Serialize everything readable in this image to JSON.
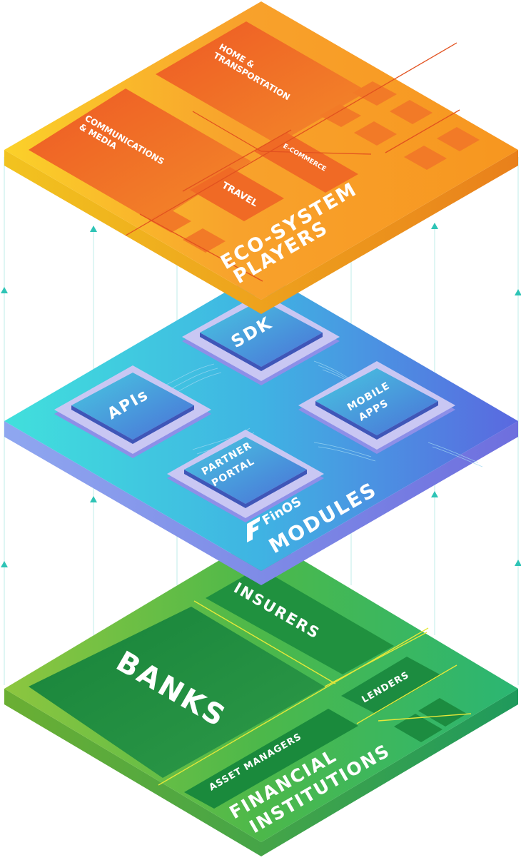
{
  "layers": {
    "ecosystem": {
      "title_line1": "ECO-SYSTEM",
      "title_line2": "PLAYERS",
      "blocks": {
        "home_transport_line1": "HOME &",
        "home_transport_line2": "TRANSPORTATION",
        "comms_line1": "COMMUNICATIONS",
        "comms_line2": "& MEDIA",
        "ecommerce": "E-COMMERCE",
        "travel": "TRAVEL"
      }
    },
    "modules": {
      "brand": "FinOS",
      "title": "MODULES",
      "chips": {
        "sdk": "SDK",
        "apis": "APIs",
        "mobile_line1": "MOBILE",
        "mobile_line2": "APPS",
        "partner_line1": "PARTNER",
        "partner_line2": "PORTAL"
      }
    },
    "financial": {
      "title_line1": "FINANCIAL",
      "title_line2": "INSTITUTIONS",
      "blocks": {
        "banks": "BANKS",
        "insurers": "INSURERS",
        "lenders": "LENDERS",
        "asset_managers": "ASSET MANAGERS"
      }
    }
  },
  "colors": {
    "ecosystem_top": "#F9A82A",
    "ecosystem_dark": "#EF6224",
    "modules_left": "#3FDCE0",
    "modules_right": "#5670E2",
    "financial_left": "#8BC540",
    "financial_dark": "#1A8A3E",
    "arrow": "#2EC4B6"
  }
}
